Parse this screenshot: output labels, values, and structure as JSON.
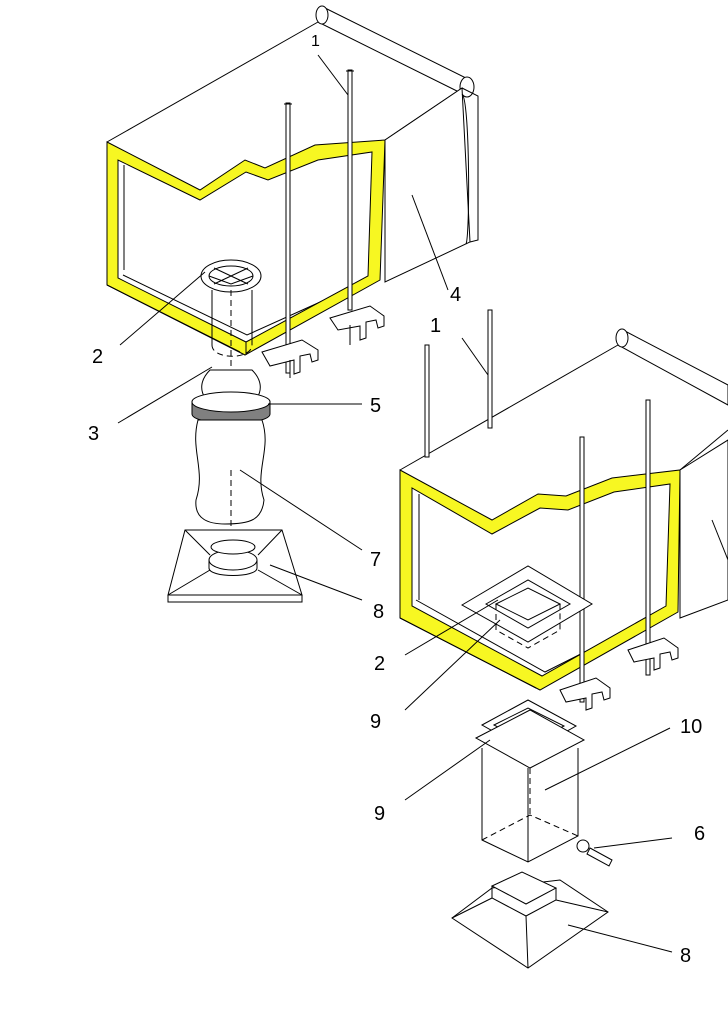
{
  "diagram": {
    "colors": {
      "insulation": "#f7f722",
      "line": "#000000",
      "background": "#ffffff",
      "band": "#808080"
    },
    "callouts": {
      "top_1": "1",
      "top_2": "2",
      "top_3": "3",
      "top_4": "4",
      "top_5": "5",
      "top_7": "7",
      "top_8": "8",
      "bottom_1": "1",
      "bottom_2": "2",
      "bottom_9a": "9",
      "bottom_9b": "9",
      "bottom_10": "10",
      "bottom_6": "6",
      "bottom_8": "8"
    }
  }
}
